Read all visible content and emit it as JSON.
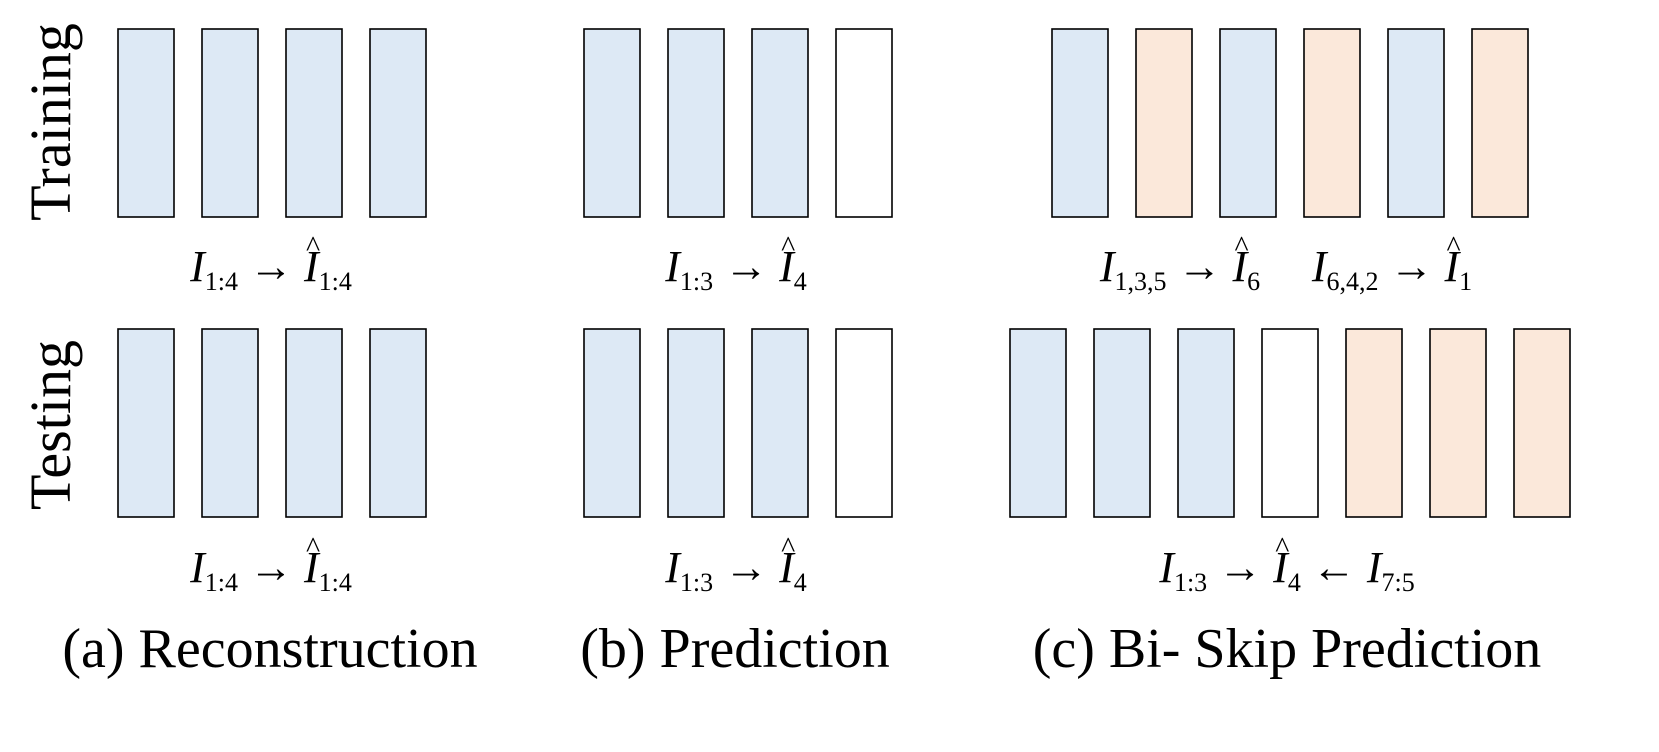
{
  "colors": {
    "observed": "#dde9f5",
    "backward": "#fbe8da",
    "target": "#ffffff",
    "stroke": "#000000"
  },
  "rows": {
    "training": "Training",
    "testing": "Testing"
  },
  "panels": [
    {
      "id": "a",
      "caption": "(a) Reconstruction",
      "training": {
        "frames": [
          "observed",
          "observed",
          "observed",
          "observed"
        ],
        "formulas": [
          {
            "lhs": "I",
            "lhs_sub": "1:4",
            "op": "→",
            "rhs": "I",
            "rhs_sub": "1:4"
          }
        ]
      },
      "testing": {
        "frames": [
          "observed",
          "observed",
          "observed",
          "observed"
        ],
        "formulas": [
          {
            "lhs": "I",
            "lhs_sub": "1:4",
            "op": "→",
            "rhs": "I",
            "rhs_sub": "1:4"
          }
        ]
      }
    },
    {
      "id": "b",
      "caption": "(b) Prediction",
      "training": {
        "frames": [
          "observed",
          "observed",
          "observed",
          "target"
        ],
        "formulas": [
          {
            "lhs": "I",
            "lhs_sub": "1:3",
            "op": "→",
            "rhs": "I",
            "rhs_sub": "4"
          }
        ]
      },
      "testing": {
        "frames": [
          "observed",
          "observed",
          "observed",
          "target"
        ],
        "formulas": [
          {
            "lhs": "I",
            "lhs_sub": "1:3",
            "op": "→",
            "rhs": "I",
            "rhs_sub": "4"
          }
        ]
      }
    },
    {
      "id": "c",
      "caption": "(c) Bi- Skip Prediction",
      "training": {
        "frames": [
          "observed",
          "backward",
          "observed",
          "backward",
          "observed",
          "backward"
        ],
        "formulas": [
          {
            "lhs": "I",
            "lhs_sub": "1,3,5",
            "op": "→",
            "rhs": "I",
            "rhs_sub": "6"
          },
          {
            "lhs": "I",
            "lhs_sub": "6,4,2",
            "op": "→",
            "rhs": "I",
            "rhs_sub": "1"
          }
        ]
      },
      "testing": {
        "frames": [
          "observed",
          "observed",
          "observed",
          "target",
          "backward",
          "backward",
          "backward"
        ],
        "formulas": [
          {
            "lhs": "I",
            "lhs_sub": "1:3",
            "op": "→",
            "rhs": "I",
            "rhs_sub": "4",
            "op2": "←",
            "tail": "I",
            "tail_sub": "7:5"
          }
        ]
      }
    }
  ]
}
